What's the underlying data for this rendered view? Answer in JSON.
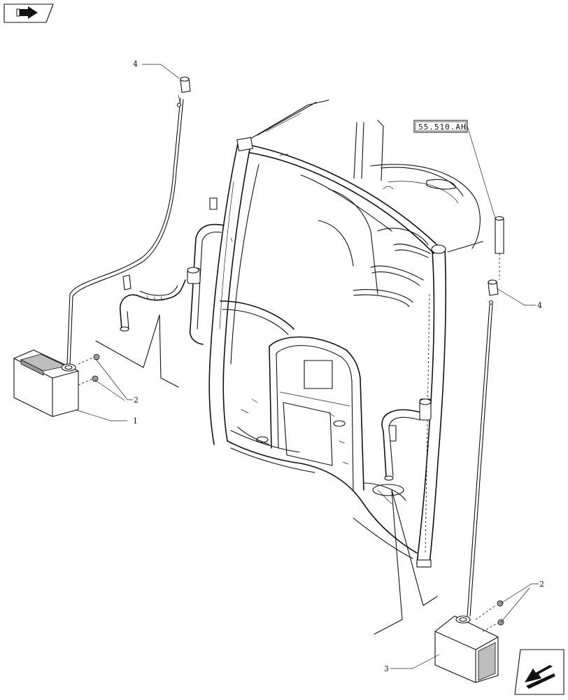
{
  "reference_label": "55.510.AH",
  "callouts": {
    "c1": "1",
    "c2_left": "2",
    "c2_right": "2",
    "c3": "3",
    "c4_left": "4",
    "c4_right": "4"
  },
  "nav": {
    "prev_icon": "arrow-right-icon",
    "next_icon": "arrow-down-left-icon"
  }
}
